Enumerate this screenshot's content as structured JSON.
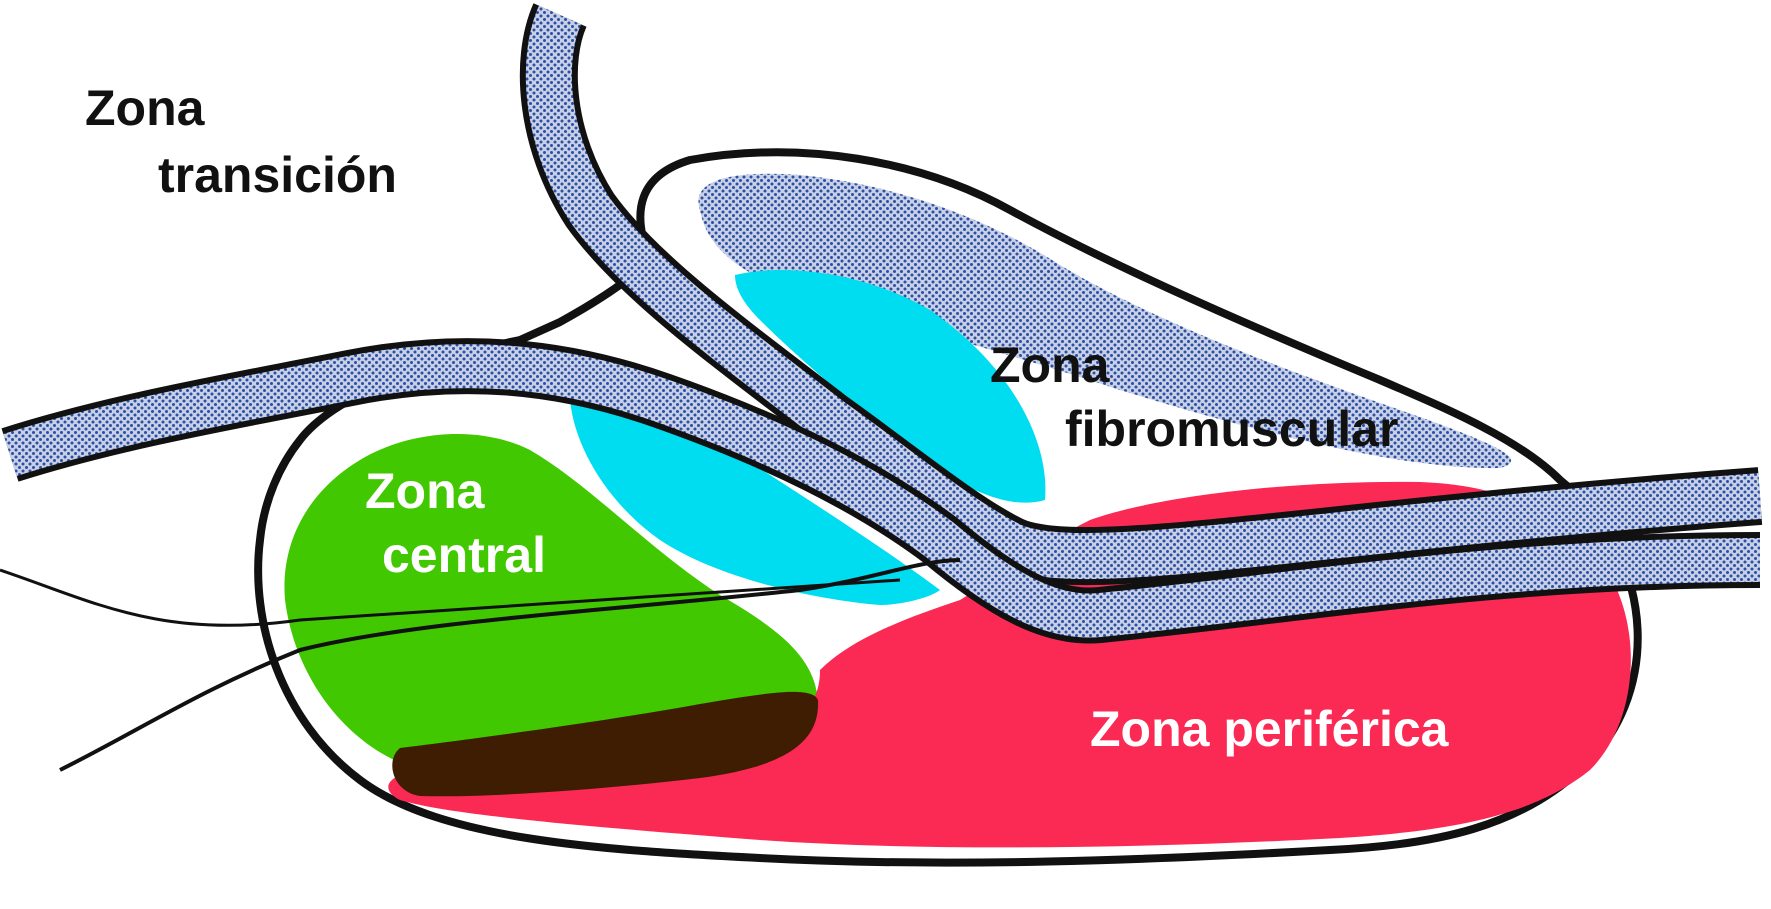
{
  "colors": {
    "background": "#ffffff",
    "outline": "#111111",
    "duct_fill": "#c7d0e6",
    "duct_dots": "#2c4fa3",
    "zona_central": "#42c800",
    "zona_transicion_cyan": "#00dcf0",
    "zona_periferica": "#fb2a55",
    "dark_region": "#3f1d03",
    "label_dark": "#111111",
    "label_light": "#ffffff"
  },
  "labels": {
    "transicion_line1": "Zona",
    "transicion_line2": "transición",
    "fibromuscular_line1": "Zona",
    "fibromuscular_line2": "fibromuscular",
    "central_line1": "Zona",
    "central_line2": "central",
    "periferica": "Zona periférica"
  }
}
